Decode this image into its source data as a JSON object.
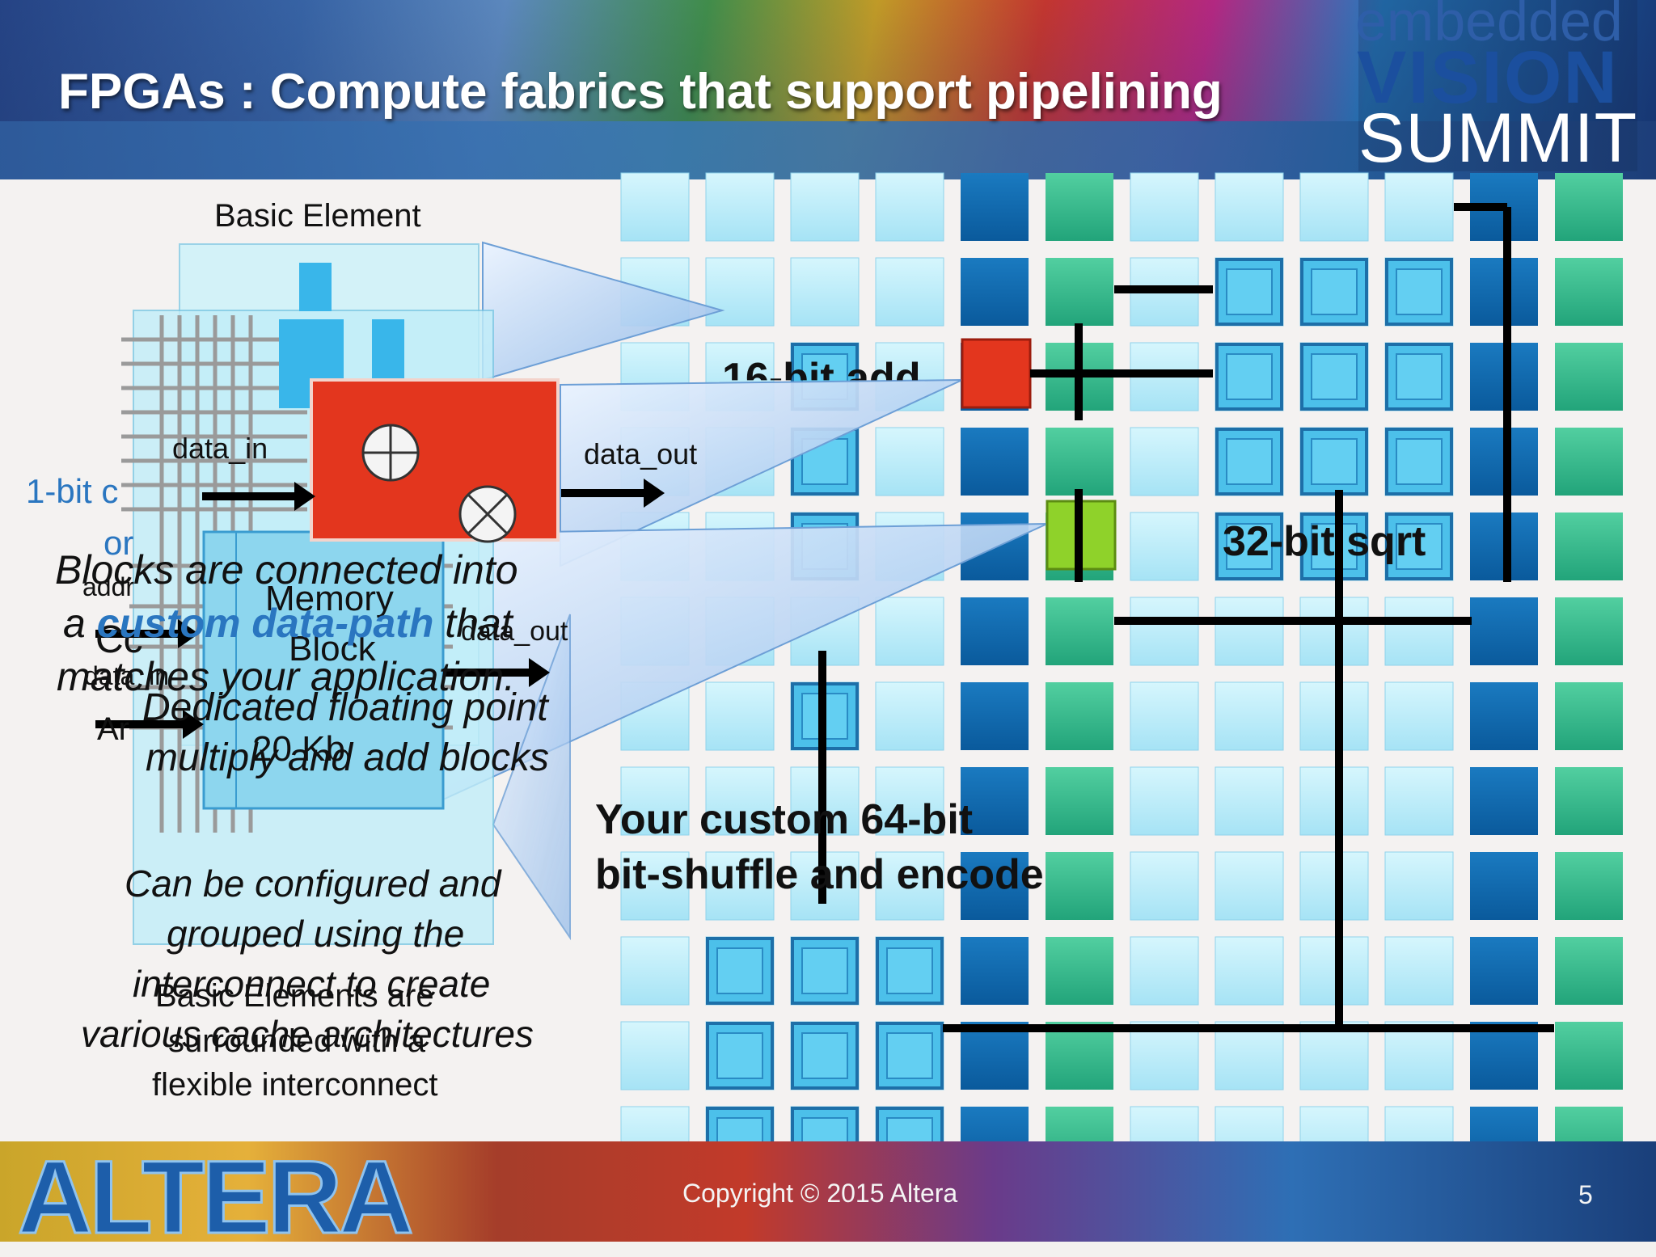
{
  "slide": {
    "title": "FPGAs : Compute fabrics that support pipelining",
    "page_number": "5"
  },
  "branding": {
    "logo_line1": "embedded",
    "logo_line2": "VISION",
    "logo_line3": "SUMMIT",
    "company_logo": "ALTERA",
    "copyright": "Copyright © 2015 Altera"
  },
  "diagram": {
    "basic_element_title": "Basic Element",
    "data_in": "data_in",
    "data_out": "data_out",
    "one_bit_fragment": "1-bit c",
    "or_fragment": "or",
    "addr": "addr",
    "memory_block_line1": "Memory",
    "memory_block_line2": "Block",
    "memory_data_out": "data_out",
    "memory_data_in": "data_in",
    "memory_size": "20 Kb",
    "cc_fragment": "Cc",
    "ar_fragment": "Ar",
    "blocks_connected_line1": "Blocks are connected into",
    "blocks_connected_line2_pre": "a ",
    "blocks_connected_highlight": "custom data-path",
    "blocks_connected_line2_post": " that",
    "blocks_connected_line3": "matches your application.",
    "dedicated_fp_line1": "Dedicated floating point",
    "dedicated_fp_line2": "multiply and add blocks",
    "configurable_line1": "Can be configured and",
    "configurable_line2": "grouped using the",
    "configurable_line3": "interconnect to create",
    "configurable_line4": "various cache architectures",
    "surrounded_line1": "Basic Elements are",
    "surrounded_line2": "surrounded with a",
    "surrounded_line3": "flexible interconnect",
    "label_16bit_add": "16-bit add",
    "label_32bit_sqrt": "32-bit sqrt",
    "label_64bit_line1": "Your custom 64-bit",
    "label_64bit_line2": "bit-shuffle and encode"
  },
  "colors": {
    "tile_light": "#b9ecf8",
    "tile_dark_blue": "#0d66ad",
    "tile_green": "#2fb98a",
    "tile_raised": "#4cc0ea",
    "add_block_red": "#e3361e",
    "sqrt_block_green": "#8fd22a",
    "highlight_text": "#2a76c0",
    "wire": "#000000"
  }
}
